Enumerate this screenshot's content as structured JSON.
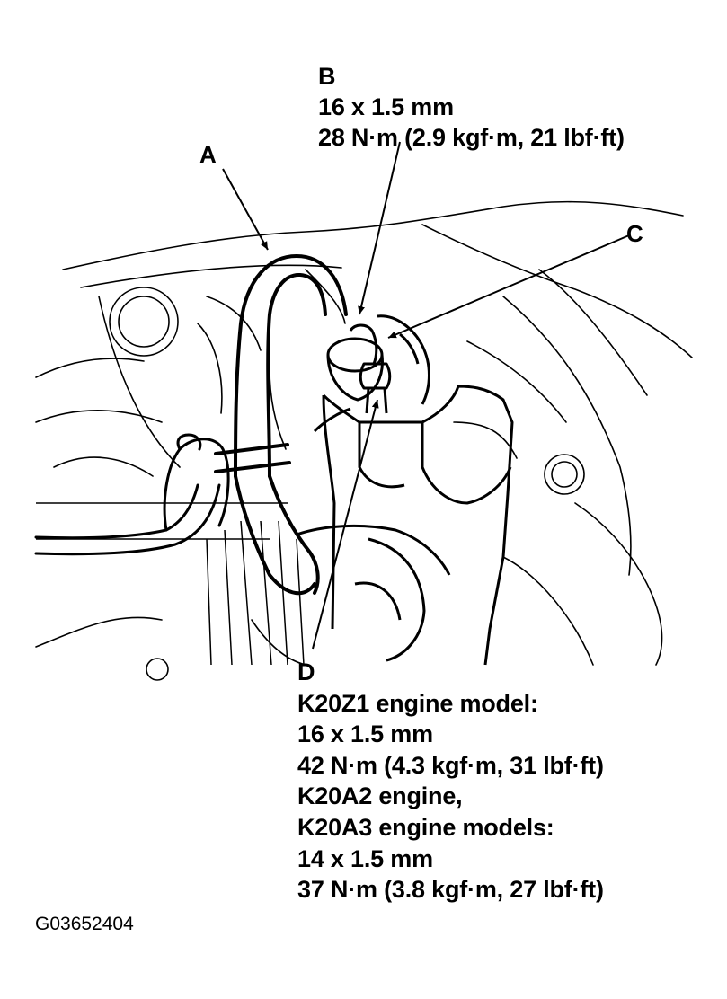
{
  "callouts": {
    "a": {
      "letter": "A"
    },
    "b": {
      "letter": "B",
      "lines": [
        "16 x 1.5 mm",
        "28 N·m (2.9 kgf·m, 21 lbf·ft)"
      ]
    },
    "c": {
      "letter": "C"
    },
    "d": {
      "letter": "D",
      "lines": [
        "K20Z1 engine model:",
        "16 x 1.5 mm",
        "42 N·m (4.3 kgf·m, 31 lbf·ft)",
        "K20A2 engine,",
        "K20A3 engine models:",
        "14 x 1.5 mm",
        "37 N·m (3.8 kgf·m, 27 lbf·ft)"
      ]
    }
  },
  "figure_code": "G03652404"
}
